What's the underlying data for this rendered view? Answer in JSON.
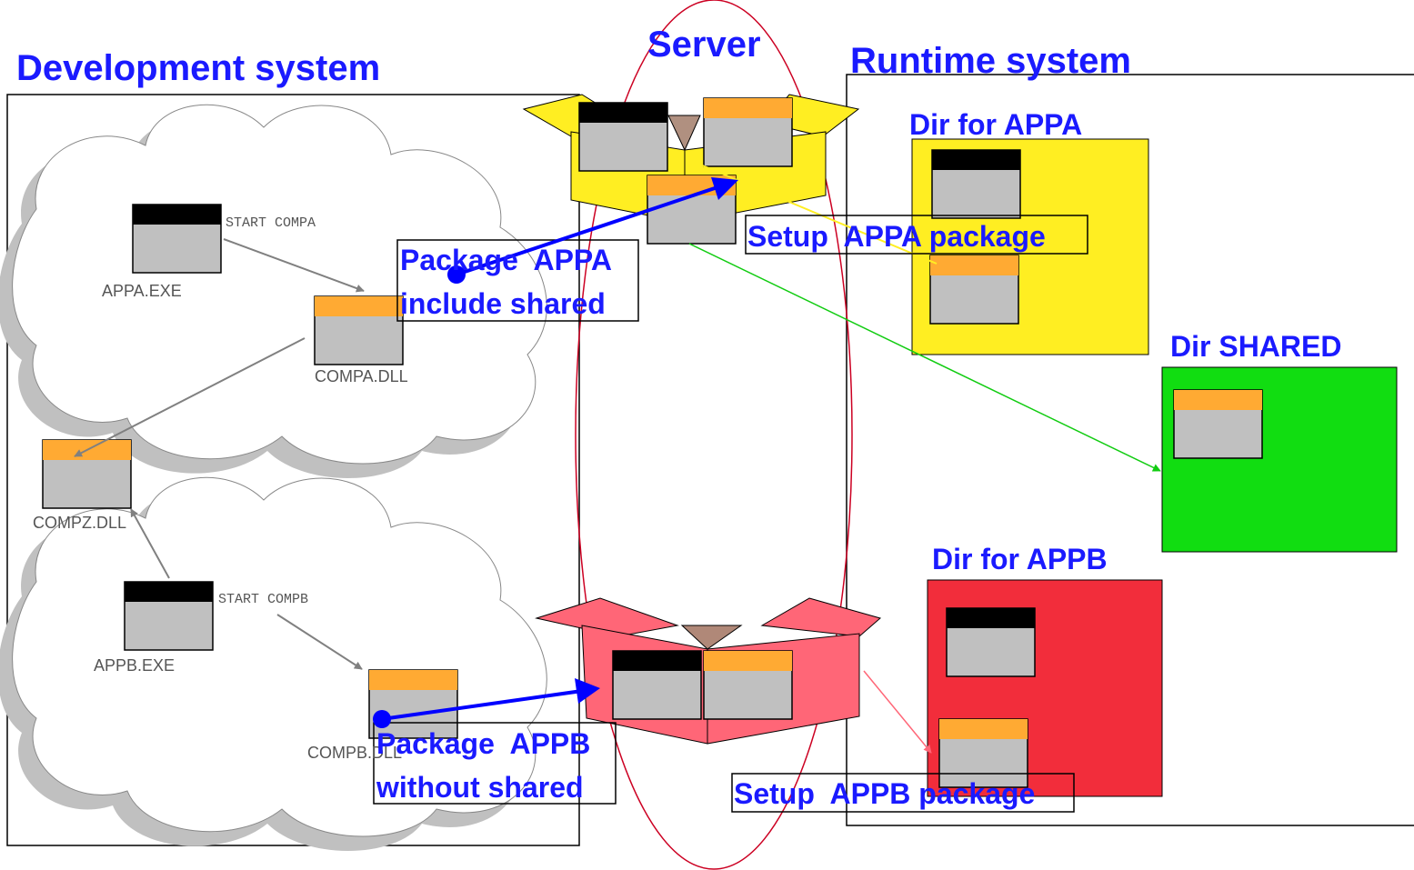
{
  "titles": {
    "development": "Development system",
    "server": "Server",
    "runtime": "Runtime system"
  },
  "dev": {
    "appa_exe": "APPA.EXE",
    "start_compa": "START COMPA",
    "compa_dll": "COMPA.DLL",
    "compz_dll": "COMPZ.DLL",
    "appb_exe": "APPB.EXE",
    "start_compb": "START COMPB",
    "compb_dll": "COMPB.DLL"
  },
  "actions": {
    "package_appa_line1": "Package  APPA",
    "package_appa_line2": "include shared",
    "setup_appa": "Setup  APPA package",
    "package_appb_line1": "Package  APPB",
    "package_appb_line2": "without shared",
    "setup_appb": "Setup  APPB package"
  },
  "runtime": {
    "dir_appa": "Dir for APPA",
    "dir_shared": "Dir SHARED",
    "dir_appb": "Dir for APPB"
  },
  "colors": {
    "title_blue": "#1a1aff",
    "exe_header": "#000000",
    "dll_header": "#ffaa33",
    "window_body": "#c0c0c0",
    "yellow_box": "#ffee22",
    "red_box": "#ff6677",
    "dir_appa_fill": "#ffee22",
    "dir_shared_fill": "#11dd11",
    "dir_appb_fill": "#f22d3b",
    "cloud_shadow": "#c0c0c0",
    "server_ellipse": "#cc0022",
    "gray_arrow": "#808080",
    "blue_arrow": "#0000ff",
    "yellow_arrow": "#ffee22",
    "green_arrow": "#11cc11",
    "pink_arrow": "#ff6677"
  },
  "icons": {
    "exe": "application-window-icon",
    "dll": "library-window-icon",
    "package": "open-box-icon"
  }
}
